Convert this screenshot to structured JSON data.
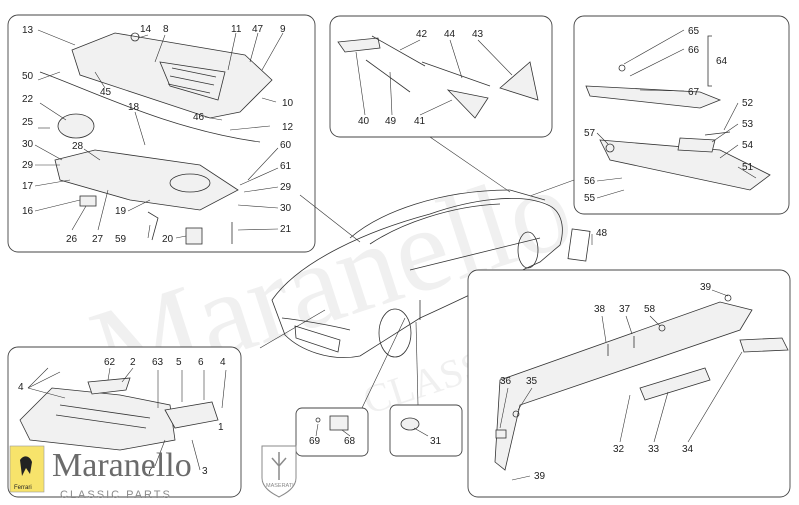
{
  "watermark": {
    "text_1": "Maranello",
    "text_2": "CLASSIC PARTS"
  },
  "logo": {
    "title": "Maranello",
    "subtitle": "CLASSIC PARTS",
    "emblem_text": "MASERATI",
    "badge_text": "Ferrari"
  },
  "callouts": {
    "p1": "13",
    "p2": "14",
    "p3": "8",
    "p4": "11",
    "p5": "47",
    "p6": "9",
    "p7": "50",
    "p8": "45",
    "p9": "10",
    "p10": "22",
    "p11": "18",
    "p12": "46",
    "p13": "25",
    "p14": "12",
    "p15": "30",
    "p16": "28",
    "p17": "60",
    "p18": "29",
    "p19": "61",
    "p20": "17",
    "p21": "29",
    "p22": "16",
    "p23": "19",
    "p24": "30",
    "p25": "26",
    "p26": "27",
    "p27": "59",
    "p28": "20",
    "p29": "21",
    "p30": "42",
    "p31": "44",
    "p32": "43",
    "p33": "40",
    "p34": "49",
    "p35": "41",
    "p36": "65",
    "p37": "66",
    "p38": "64",
    "p39": "67",
    "p40": "52",
    "p41": "53",
    "p42": "57",
    "p43": "54",
    "p44": "56",
    "p45": "51",
    "p46": "55",
    "p47": "48",
    "p48": "39",
    "p49": "38",
    "p50": "37",
    "p51": "58",
    "p52": "36",
    "p53": "35",
    "p54": "32",
    "p55": "33",
    "p56": "34",
    "p57": "39",
    "p58": "69",
    "p59": "68",
    "p60": "31",
    "p61": "62",
    "p62": "2",
    "p63": "63",
    "p64": "5",
    "p65": "6",
    "p66": "4",
    "p67": "4",
    "p68": "7",
    "p69": "3",
    "p70": "1"
  }
}
